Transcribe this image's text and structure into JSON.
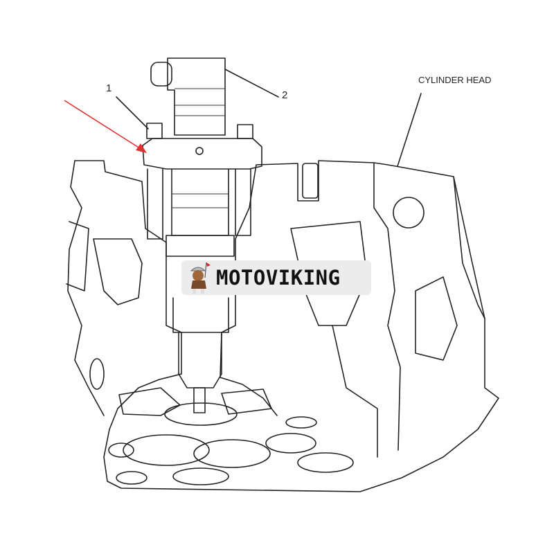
{
  "diagram": {
    "callouts": [
      {
        "id": "1",
        "text": "1"
      },
      {
        "id": "2",
        "text": "2"
      },
      {
        "id": "cylinder-head",
        "text": "CYLINDER HEAD"
      }
    ],
    "pointer_arrow_color": "#e03030",
    "line_color": "#222222"
  },
  "watermark": {
    "text": "MOTOVIKING",
    "background": "#ececec"
  }
}
